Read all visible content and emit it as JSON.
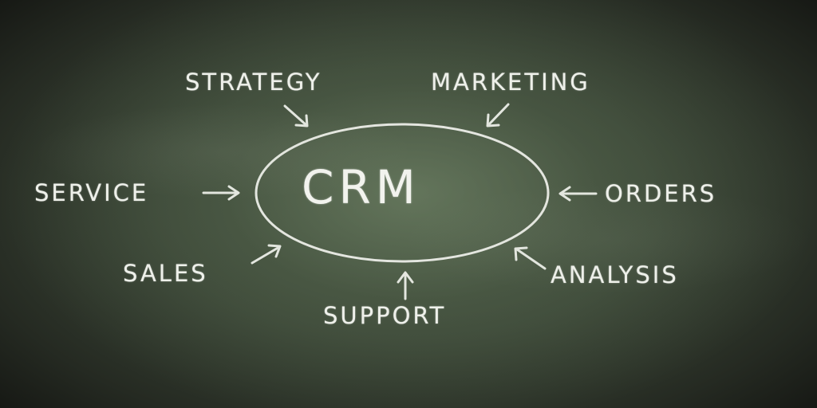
{
  "diagram": {
    "center": "CRM",
    "nodes": [
      {
        "id": "strategy",
        "label": "STRATEGY",
        "position": "top-left"
      },
      {
        "id": "marketing",
        "label": "MARKETING",
        "position": "top-right"
      },
      {
        "id": "service",
        "label": "SERVICE",
        "position": "left"
      },
      {
        "id": "orders",
        "label": "ORDERS",
        "position": "right"
      },
      {
        "id": "sales",
        "label": "SALES",
        "position": "bottom-left"
      },
      {
        "id": "analysis",
        "label": "ANALYSIS",
        "position": "bottom-right"
      },
      {
        "id": "support",
        "label": "SUPPORT",
        "position": "bottom"
      }
    ],
    "edges": [
      {
        "from": "strategy",
        "to": "CRM"
      },
      {
        "from": "marketing",
        "to": "CRM"
      },
      {
        "from": "service",
        "to": "CRM"
      },
      {
        "from": "orders",
        "to": "CRM"
      },
      {
        "from": "sales",
        "to": "CRM"
      },
      {
        "from": "analysis",
        "to": "CRM"
      },
      {
        "from": "support",
        "to": "CRM"
      }
    ],
    "style": {
      "background": "chalkboard",
      "chalk_color": "#eef0ea",
      "board_color": "#4b5a45"
    }
  }
}
